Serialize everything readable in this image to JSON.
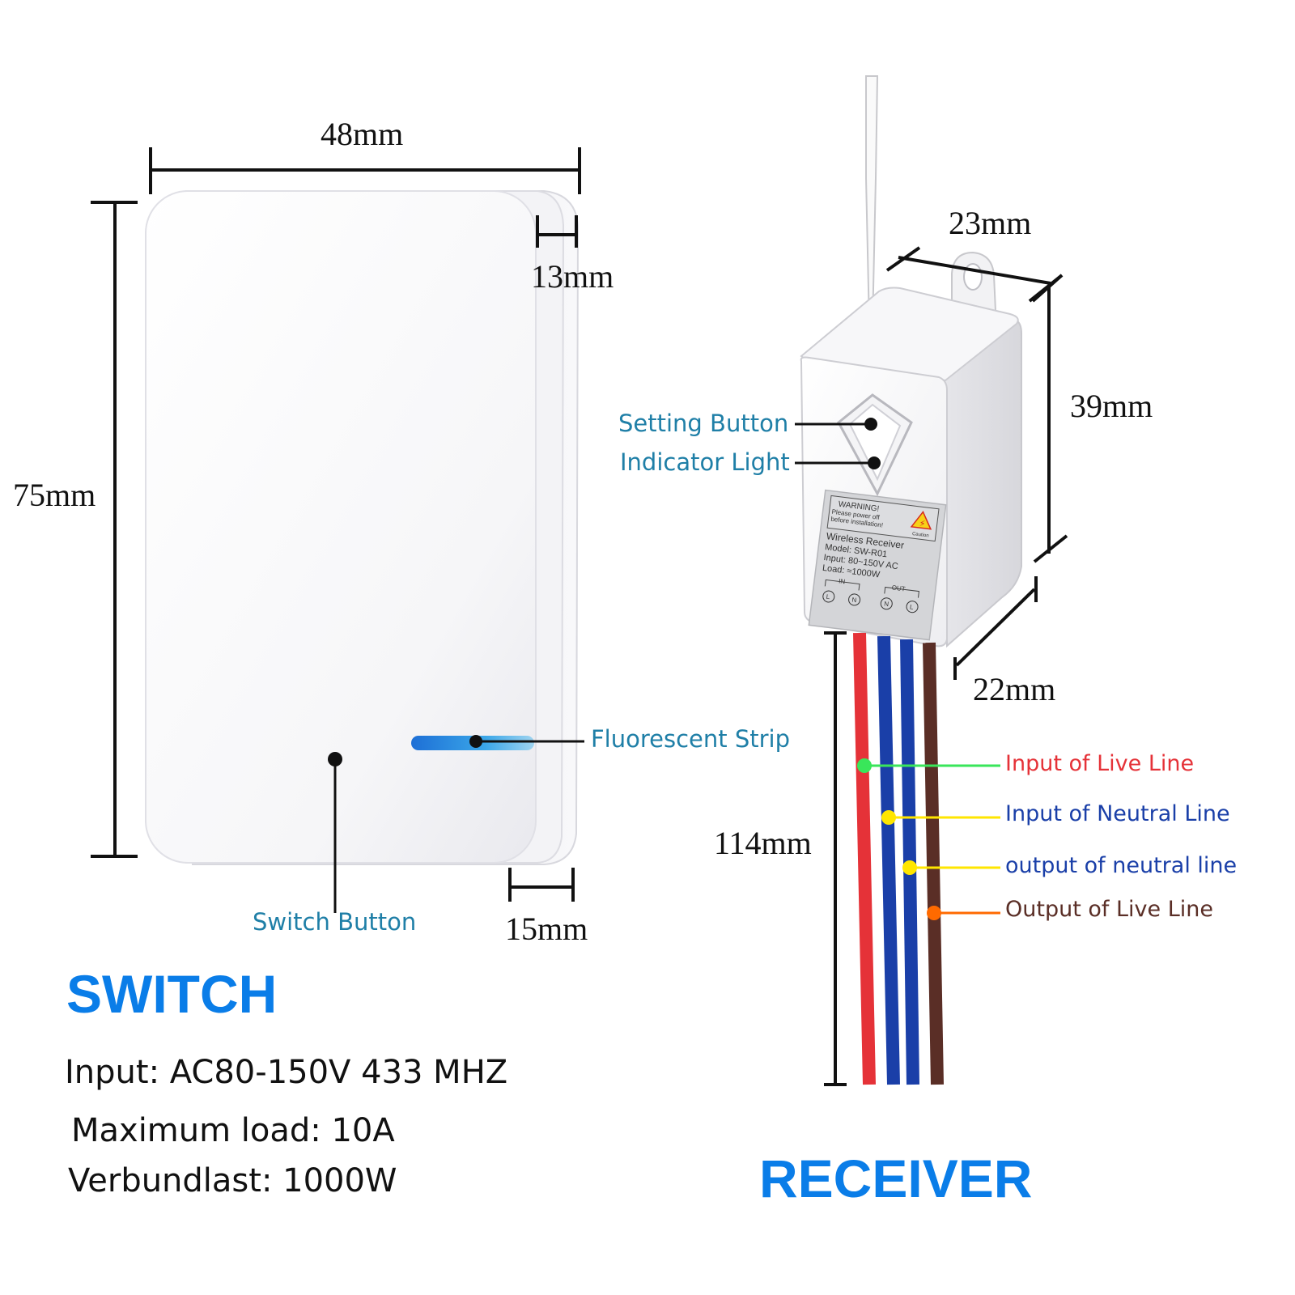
{
  "dimensions": {
    "switch_width": "48mm",
    "switch_height": "75mm",
    "switch_depth_top": "13mm",
    "switch_depth_bottom": "15mm",
    "receiver_width": "23mm",
    "receiver_height": "39mm",
    "receiver_depth": "22mm",
    "wire_length": "114mm"
  },
  "callouts": {
    "setting_button": "Setting Button",
    "indicator_light": "Indicator Light",
    "fluorescent_strip": "Fluorescent Strip",
    "switch_button": "Switch Button",
    "input_live": "Input of Live Line",
    "input_neutral": "Input of Neutral Line",
    "output_neutral": "output of neutral line",
    "output_live": "Output of Live Line"
  },
  "receiver_label": {
    "warning_title": "WARNING!",
    "warning_line1": "Please power off",
    "warning_line2": "before installation!",
    "caution": "Caution",
    "product": "Wireless Receiver",
    "model": "Model: SW-R01",
    "input": "Input: 80~150V AC",
    "load": "Load: ≈1000W",
    "in": "IN",
    "out": "OUT",
    "t1": "L",
    "t2": "N",
    "t3": "N",
    "t4": "L"
  },
  "titles": {
    "switch": "SWITCH",
    "receiver": "RECEIVER"
  },
  "specs": {
    "input": "Input: AC80-150V 433 MHZ",
    "max_load": "Maximum load: 10A",
    "compound_load": "Verbundlast: 1000W"
  },
  "colors": {
    "title_blue": "#0a7de8",
    "callout_teal": "#1f7fa7",
    "live_red": "#e53238",
    "neutral_blue": "#1a3fa8",
    "live_brown": "#5a2e26",
    "marker_green": "#39e65a",
    "marker_yellow": "#ffe600",
    "marker_orange": "#ff6a00"
  }
}
